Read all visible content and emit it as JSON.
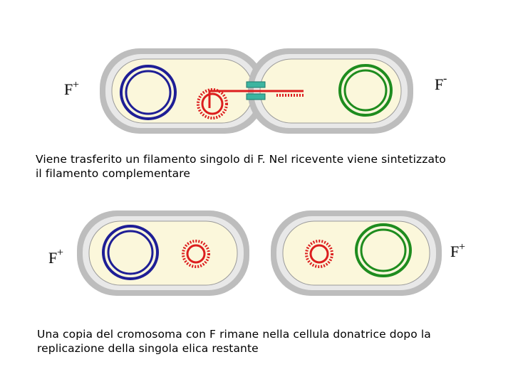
{
  "top": {
    "left_label": "F",
    "left_sup": "+",
    "right_label": "F",
    "right_sup": "-",
    "caption_line1": "Viene trasferito un filamento singolo di F. Nel ricevente viene sintetizzato",
    "caption_line2": "il filamento complementare"
  },
  "bottom": {
    "left_label": "F",
    "left_sup": "+",
    "right_label": "F",
    "right_sup": "+",
    "caption_line1": "Una copia del cromosoma con F rimane nella cellula donatrice dopo la",
    "caption_line2": "replicazione della singola elica restante"
  },
  "colors": {
    "cell_fill": "#fbf7db",
    "cell_wall": "#c8c8c8",
    "cell_wall_inner": "#e6e6e6",
    "chromosome_donor": "#1e1e96",
    "chromosome_recipient": "#1e8c1e",
    "plasmid": "#dc1e1e",
    "bridge": "#3cb4a0"
  }
}
